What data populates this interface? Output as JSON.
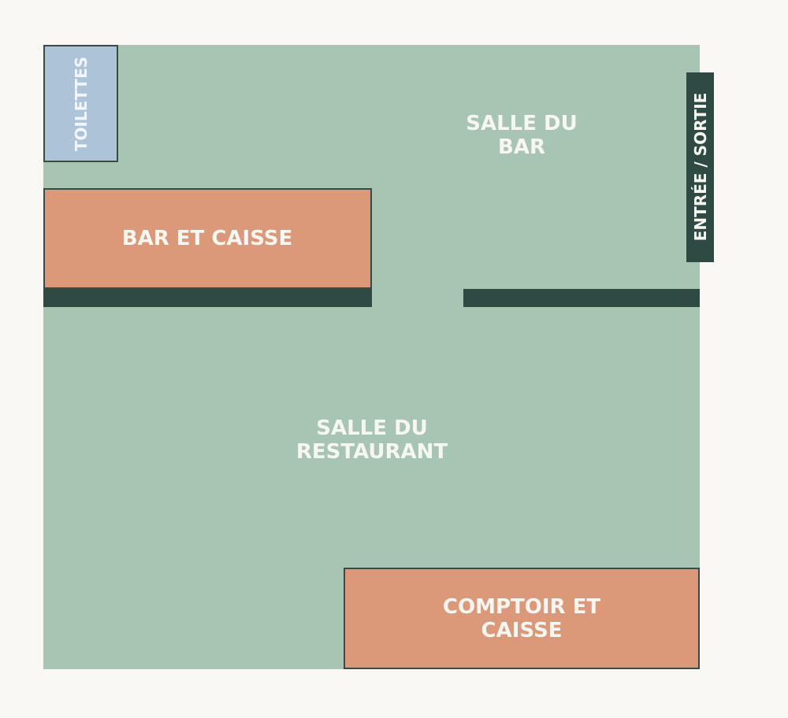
{
  "rooms": {
    "toilets": "TOILETTES",
    "bar_room": [
      "SALLE DU",
      "BAR"
    ],
    "restaurant_room": [
      "SALLE DU",
      "RESTAURANT"
    ],
    "bar_counter": "BAR ET CAISSE",
    "comptoir": [
      "COMPTOIR ET",
      "CAISSE"
    ],
    "entrance": "ENTRÉE / SORTIE"
  },
  "colors": {
    "background": "#f9f8f4",
    "floor": "#a8c4b2",
    "counter": "#db997a",
    "toilets": "#adc3d8",
    "wall": "#2f4a43",
    "label": "#f7f7f2"
  }
}
